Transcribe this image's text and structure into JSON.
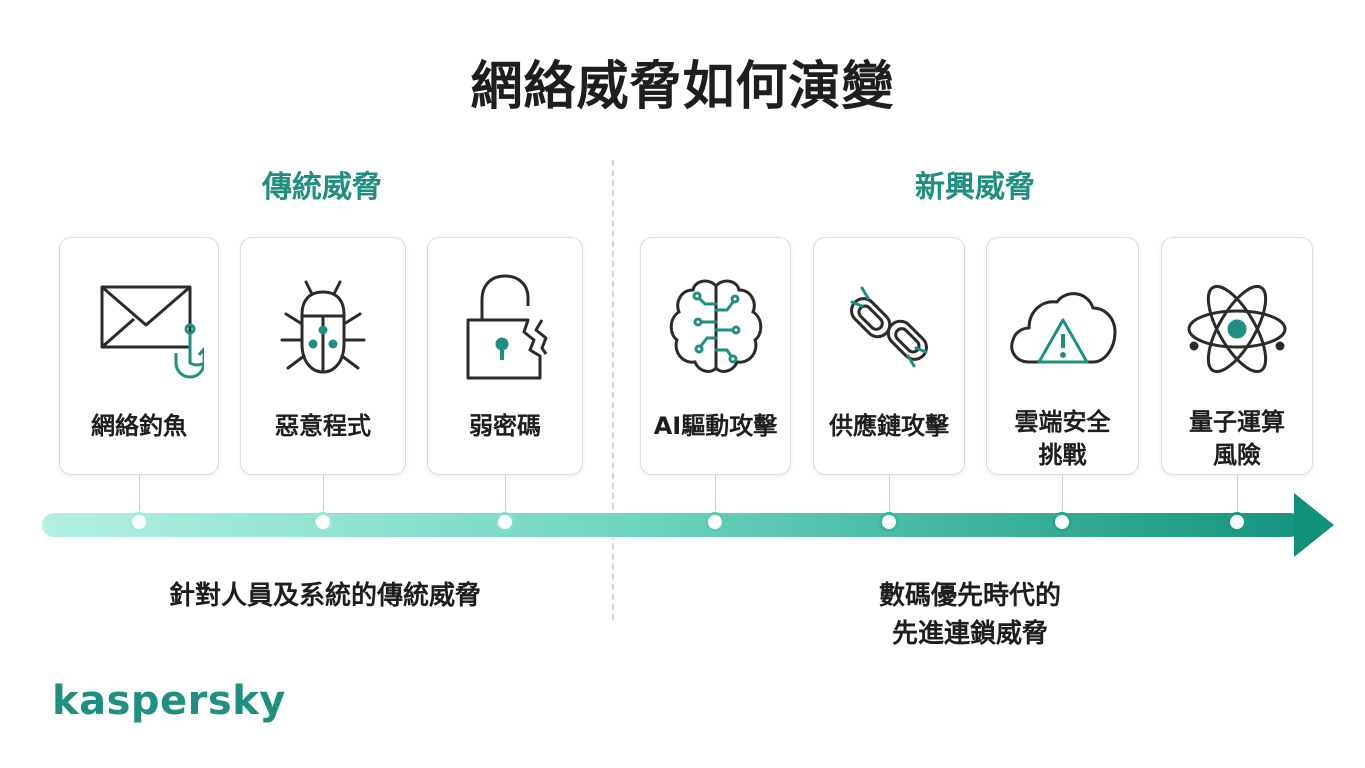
{
  "title": "網絡威脅如何演變",
  "sections": {
    "traditional": {
      "heading": "傳統威脅",
      "caption": "針對人員及系統的傳統威脅"
    },
    "emerging": {
      "heading": "新興威脅",
      "caption_line1": "數碼優先時代的",
      "caption_line2": "先進連鎖威脅"
    }
  },
  "cards": [
    {
      "label": "網絡釣魚",
      "icon": "phishing-envelope-hook-icon"
    },
    {
      "label": "惡意程式",
      "icon": "bug-icon"
    },
    {
      "label": "弱密碼",
      "icon": "broken-padlock-icon"
    },
    {
      "label": "AI驅動攻擊",
      "icon": "ai-brain-circuit-icon"
    },
    {
      "label": "供應鏈攻擊",
      "icon": "broken-chain-link-icon"
    },
    {
      "label_line1": "雲端安全",
      "label_line2": "挑戰",
      "icon": "cloud-warning-icon"
    },
    {
      "label_line1": "量子運算",
      "label_line2": "風險",
      "icon": "atom-icon"
    }
  ],
  "brand": {
    "logo": "kaspersky"
  },
  "colors": {
    "accent": "#1f8f7f",
    "timeline_start": "#aef0e2",
    "timeline_end": "#15957e"
  }
}
